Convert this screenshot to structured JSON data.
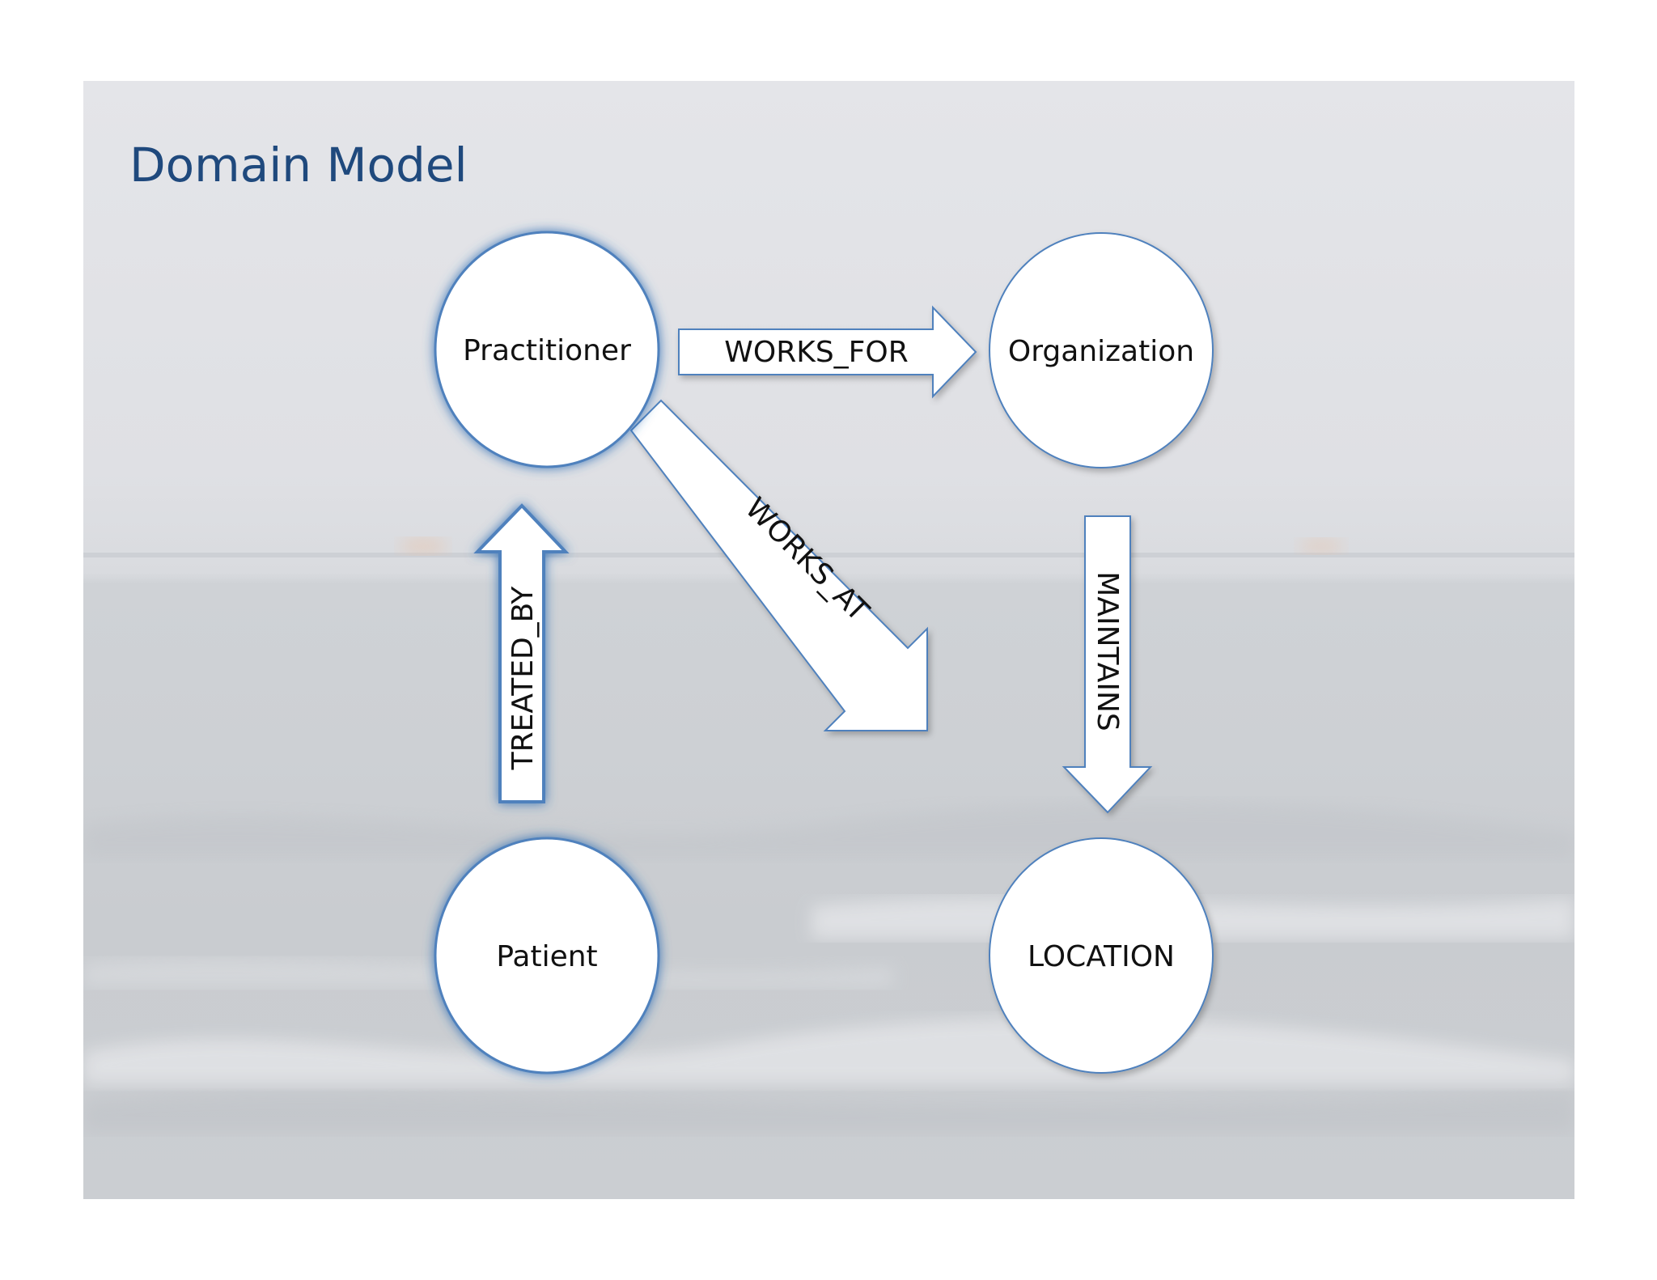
{
  "slide": {
    "title": "Domain Model"
  },
  "nodes": {
    "practitioner": {
      "label": "Practitioner"
    },
    "organization": {
      "label": "Organization"
    },
    "patient": {
      "label": "Patient"
    },
    "location": {
      "label": "LOCATION"
    }
  },
  "edges": {
    "works_for": {
      "label": "WORKS_FOR"
    },
    "works_at": {
      "label": "WORKS_AT"
    },
    "maintains": {
      "label": "MAINTAINS"
    },
    "treated_by": {
      "label": "TREATED_BY"
    }
  },
  "colors": {
    "title": "#1f497d",
    "node_fill": "#ffffff",
    "node_border": "#4f81bd",
    "arrow_fill": "#ffffff",
    "arrow_border": "#4f81bd"
  }
}
